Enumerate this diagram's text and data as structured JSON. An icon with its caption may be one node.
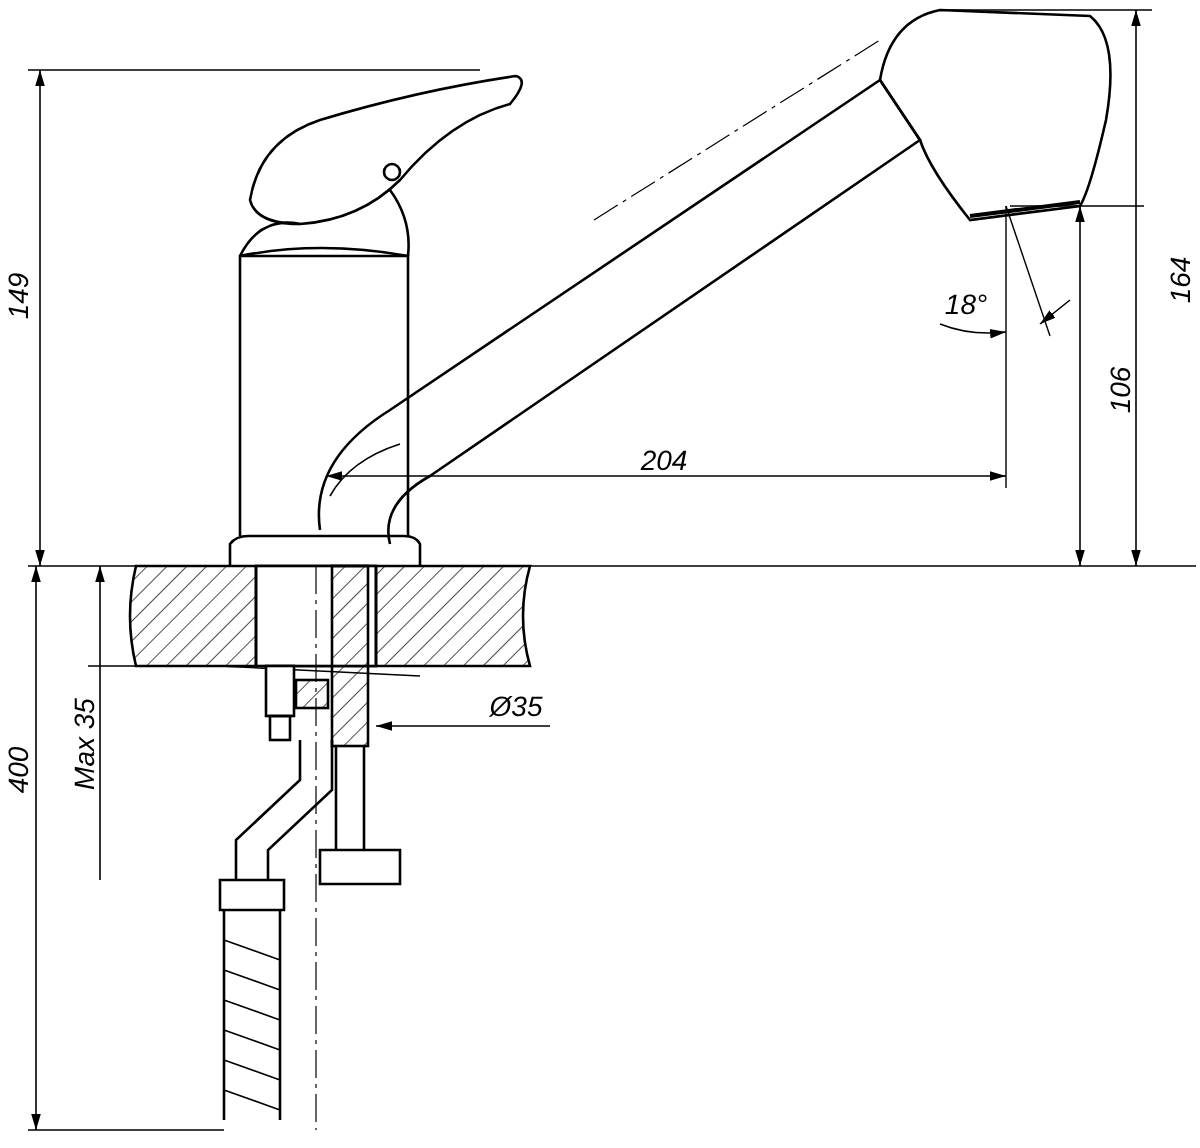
{
  "diagram": {
    "labels": [
      "149",
      "18°",
      "164",
      "106",
      "204",
      "400",
      "Max 35",
      "Ø35"
    ]
  }
}
